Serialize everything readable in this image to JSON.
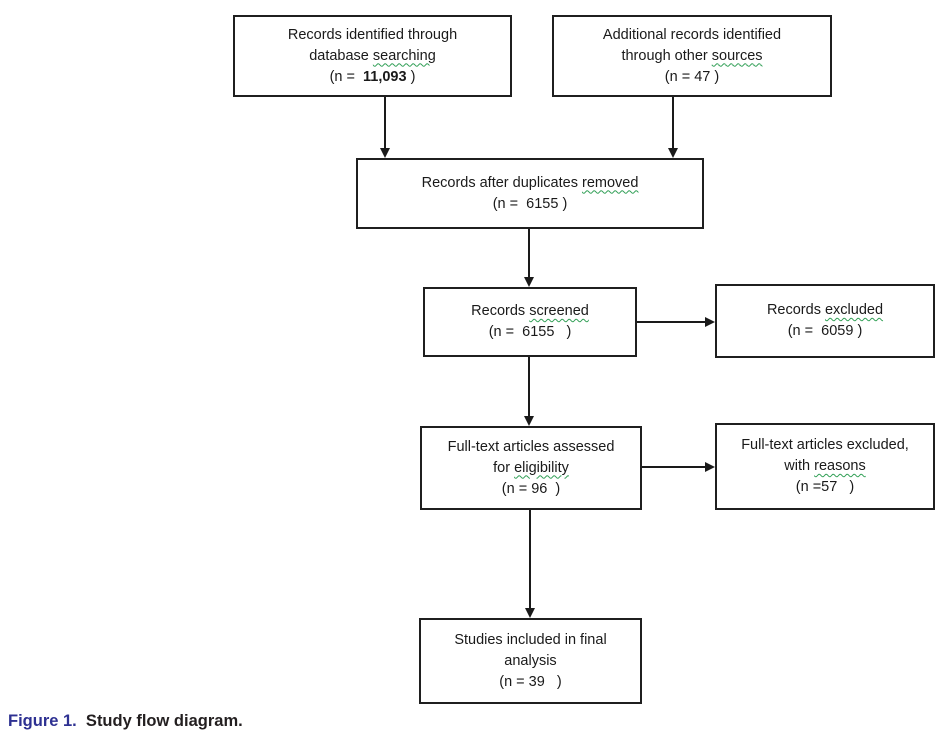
{
  "colors": {
    "box_border": "#1f1f1f",
    "box_text": "#1a1a1a",
    "arrow": "#1a1a1a",
    "spellcheck_wavy": "#2f9e54",
    "caption_label": "#2e3192",
    "caption_text": "#231f20"
  },
  "caption": {
    "label": "Figure 1.",
    "text": "  Study flow diagram."
  },
  "boxes": {
    "identified": {
      "line1": "Records identified through",
      "line2_pre": "database ",
      "line2_wavy": "searching",
      "line3_pre": "(n =  ",
      "line3_bold": "11,093",
      "line3_post": " )"
    },
    "additional": {
      "line1": "Additional records identified",
      "line2_pre": "through other ",
      "line2_wavy": "sources",
      "line3": "(n = 47 )"
    },
    "duplicates": {
      "line1_pre": "Records after duplicates ",
      "line1_wavy": "removed",
      "line2": "(n =  6155 )"
    },
    "screened": {
      "line1_pre": "Records ",
      "line1_wavy": "screened",
      "line2": "(n =  6155   )"
    },
    "excluded": {
      "line1_pre": "Records ",
      "line1_wavy": "excluded",
      "line2": "(n =  6059 )"
    },
    "fulltext_assessed": {
      "line1": "Full-text articles assessed",
      "line2_pre": "for ",
      "line2_wavy": "eligibility",
      "line3": "(n = 96  )"
    },
    "fulltext_excluded": {
      "line1": "Full-text articles excluded,",
      "line2_pre": "with ",
      "line2_wavy": "reasons",
      "line3": "(n =57   )"
    },
    "included": {
      "line1": "Studies included in final",
      "line2": "analysis",
      "line3": "(n = 39   )"
    }
  }
}
